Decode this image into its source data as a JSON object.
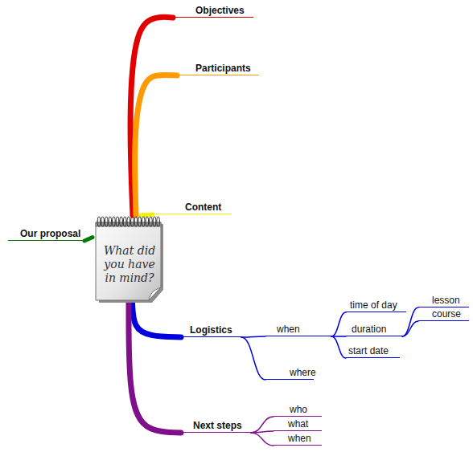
{
  "diagram": {
    "nodes": [
      {
        "text": [
          "What did you have in mind?"
        ]
      },
      {
        "text": [
          "Objectives"
        ]
      },
      {
        "text": [
          "Participants"
        ]
      },
      {
        "text": [
          "Content"
        ]
      },
      {
        "text": [
          "Our proposal"
        ]
      },
      {
        "text": [
          "Logistics"
        ]
      },
      {
        "text": [
          "when"
        ]
      },
      {
        "text": [
          "time of day"
        ]
      },
      {
        "text": [
          "duration"
        ]
      },
      {
        "text": [
          "lesson"
        ]
      },
      {
        "text": [
          "course"
        ]
      },
      {
        "text": [
          "start date"
        ]
      },
      {
        "text": [
          "where"
        ]
      },
      {
        "text": [
          "Next steps"
        ]
      },
      {
        "text": [
          "who"
        ]
      },
      {
        "text": [
          "what"
        ]
      },
      {
        "text": [
          "when"
        ]
      }
    ],
    "edges": [
      {
        "from": 0,
        "to": 1,
        "arrow": "none"
      },
      {
        "from": 0,
        "to": 2,
        "arrow": "none"
      },
      {
        "from": 0,
        "to": 3,
        "arrow": "none"
      },
      {
        "from": 0,
        "to": 4,
        "arrow": "none"
      },
      {
        "from": 0,
        "to": 5,
        "arrow": "none"
      },
      {
        "from": 5,
        "to": 6,
        "arrow": "none"
      },
      {
        "from": 6,
        "to": 7,
        "arrow": "none"
      },
      {
        "from": 6,
        "to": 8,
        "arrow": "none"
      },
      {
        "from": 8,
        "to": 9,
        "arrow": "none"
      },
      {
        "from": 8,
        "to": 10,
        "arrow": "none"
      },
      {
        "from": 6,
        "to": 11,
        "arrow": "none"
      },
      {
        "from": 5,
        "to": 12,
        "arrow": "none"
      },
      {
        "from": 0,
        "to": 13,
        "arrow": "none"
      },
      {
        "from": 13,
        "to": 14,
        "arrow": "none"
      },
      {
        "from": 13,
        "to": 15,
        "arrow": "none"
      },
      {
        "from": 13,
        "to": 16,
        "arrow": "none"
      }
    ]
  }
}
